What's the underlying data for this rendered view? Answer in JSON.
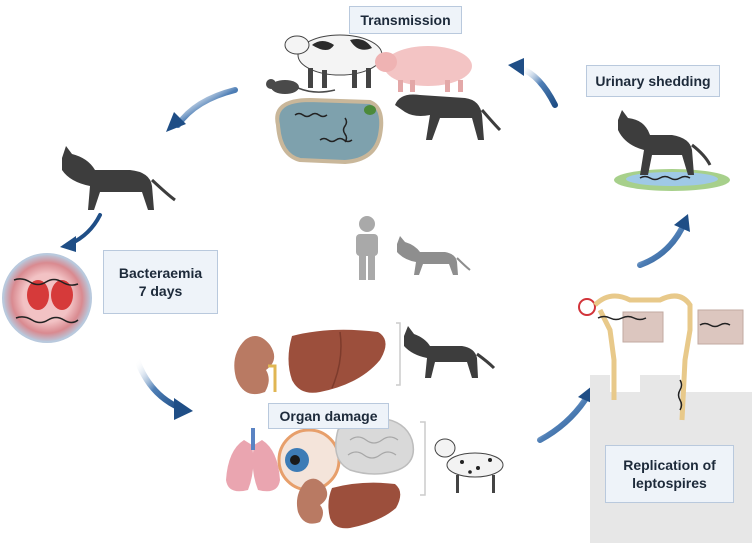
{
  "labels": {
    "transmission": "Transmission",
    "urinary_shedding": "Urinary shedding",
    "bacteraemia_line1": "Bacteraemia",
    "bacteraemia_line2": "7 days",
    "organ_damage": "Organ damage",
    "replication_line1": "Replication of",
    "replication_line2": "leptospires"
  },
  "colors": {
    "arrow": "#1f4e86",
    "label_bg": "#eef3f9",
    "label_border": "#b9c9dd",
    "cat": "#3d3d3d",
    "pond": "#7ea1ad",
    "kidney": "#b97a63",
    "liver": "#9c4f3c",
    "vessel_outer": "#d98a90",
    "human": "#a9a9a9",
    "panel": "#e7e7e7"
  },
  "icons": [
    "cow-icon",
    "pig-icon",
    "rat-icon",
    "frog-icon",
    "cat-icon",
    "pond-icon",
    "puddle-icon",
    "blood-vessel-icon",
    "human-icon",
    "kidney-icon",
    "liver-icon",
    "lungs-icon",
    "eye-icon",
    "brain-icon",
    "dog-icon",
    "nephron-icon",
    "arrow-icon"
  ]
}
